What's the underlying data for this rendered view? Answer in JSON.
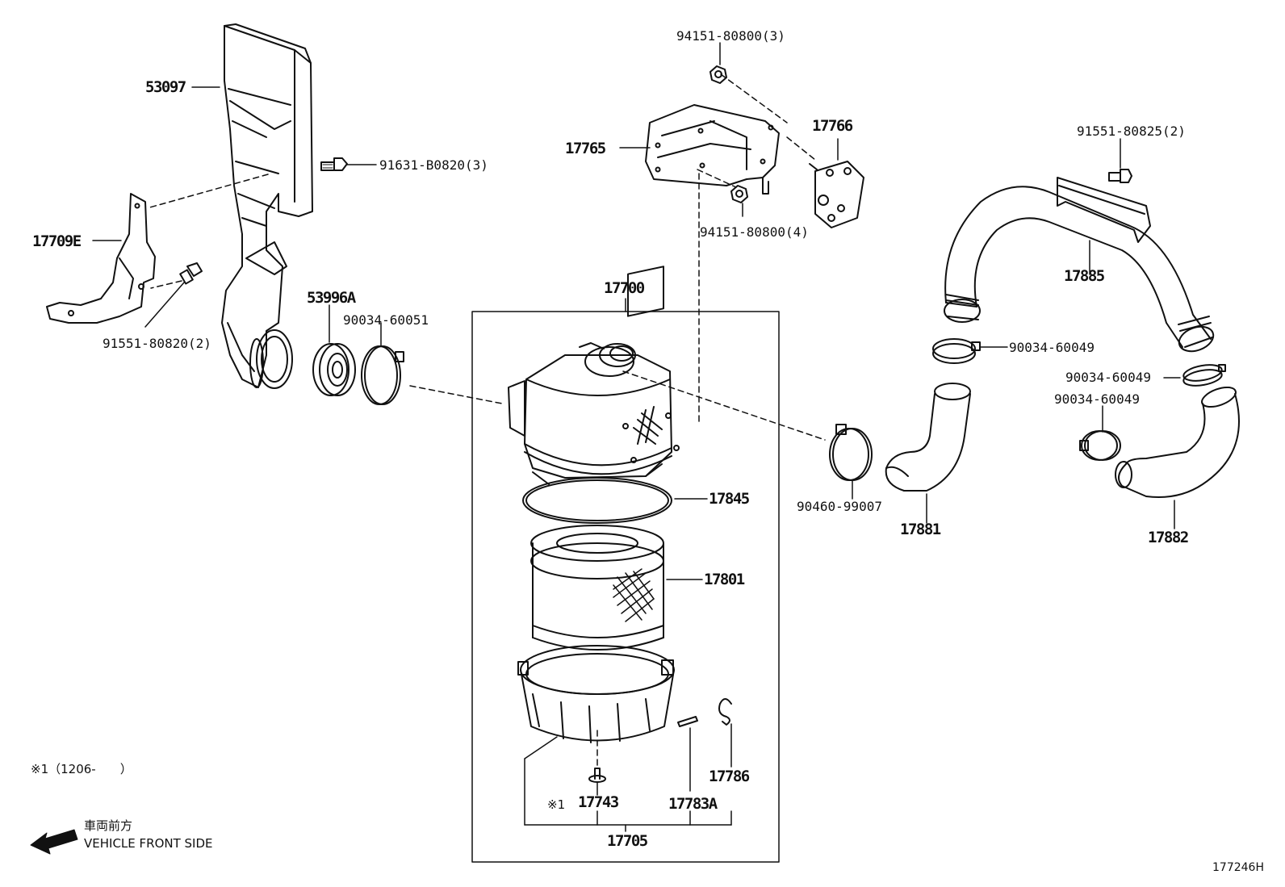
{
  "parts": {
    "p53097": "53097",
    "p91631": "91631-B0820(3)",
    "p17709e": "17709E",
    "p91551_820": "91551-80820(2)",
    "p53996a": "53996A",
    "p90034_51": "90034-60051",
    "p17700": "17700",
    "p94151_top": "94151-80800(3)",
    "p17765": "17765",
    "p17766": "17766",
    "p94151_bot": "94151-80800(4)",
    "p91551_825": "91551-80825(2)",
    "p17885": "17885",
    "p90034_49a": "90034-60049",
    "p90034_49b": "90034-60049",
    "p90034_49c": "90034-60049",
    "p90460": "90460-99007",
    "p17881": "17881",
    "p17882": "17882",
    "p17845": "17845",
    "p17801": "17801",
    "p17786": "17786",
    "p17743": "17743",
    "p17783a": "17783A",
    "p17705": "17705"
  },
  "notes": {
    "mark1": "※1",
    "footnote": "※1（1206-　　）",
    "front_jp": "車両前方",
    "front_en": "VEHICLE FRONT SIDE",
    "diagram_id": "177246H"
  },
  "colors": {
    "line": "#111111",
    "paper": "#ffffff"
  }
}
